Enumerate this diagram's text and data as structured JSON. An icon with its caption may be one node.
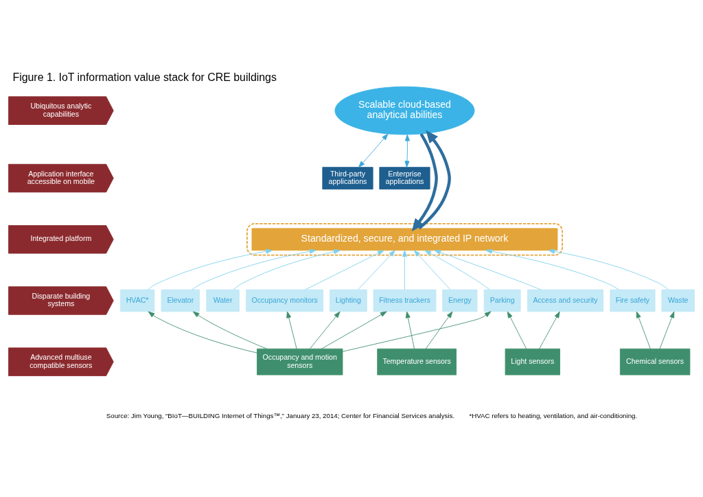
{
  "diagram": {
    "title": "Figure 1. IoT information value stack for CRE buildings",
    "nodes": [
      {
        "text": [
          "Ubiquitous analytic capabilities"
        ]
      },
      {
        "text": [
          "Application interface accessible on mobile"
        ]
      },
      {
        "text": [
          "Integrated platform"
        ]
      },
      {
        "text": [
          "Disparate building systems"
        ]
      },
      {
        "text": [
          "Advanced multiuse compatible sensors"
        ]
      },
      {
        "text": [
          "Scalable cloud-based analytical abilities"
        ]
      },
      {
        "text": [
          "Third-party applications"
        ]
      },
      {
        "text": [
          "Enterprise applications"
        ]
      },
      {
        "text": [],
        "shape": "box"
      },
      {
        "text": [
          "Standardized, secure, and integrated IP network"
        ],
        "in": 8
      },
      {
        "text": [
          "HVAC*"
        ]
      },
      {
        "text": [
          "Occupancy monitors"
        ]
      },
      {
        "text": [
          "Lighting"
        ]
      },
      {
        "text": [
          "Fitness trackers"
        ]
      },
      {
        "text": [
          "Water"
        ]
      },
      {
        "text": [
          "Elevator"
        ]
      },
      {
        "text": [
          "Parking"
        ]
      },
      {
        "text": [
          "Waste"
        ]
      },
      {
        "text": [
          "Energy"
        ]
      },
      {
        "text": [
          "Fire safety"
        ]
      },
      {
        "text": [
          "Access and security"
        ]
      },
      {
        "text": [
          "Occupancy and motion sensors"
        ]
      },
      {
        "text": [
          "Temperature sensors"
        ]
      },
      {
        "text": [
          "Light sensors"
        ]
      },
      {
        "text": [
          "Chemical sensors"
        ]
      }
    ],
    "edges": [
      {
        "from": 5,
        "to": 6,
        "arrow": "both",
        "color": "#3aa7d8"
      },
      {
        "from": 5,
        "to": 7,
        "arrow": "both",
        "color": "#3aa7d8"
      },
      {
        "from": 9,
        "to": 5,
        "arrow": "to",
        "style": "thick",
        "color": "#2e6d9e"
      },
      {
        "from": 5,
        "to": 9,
        "arrow": "to",
        "style": "thick",
        "color": "#2e6d9e"
      },
      {
        "from": 10,
        "to": 9,
        "arrow": "to",
        "color": "#7fd0ee"
      },
      {
        "from": 11,
        "to": 9,
        "arrow": "to",
        "color": "#7fd0ee"
      },
      {
        "from": 12,
        "to": 9,
        "arrow": "to",
        "color": "#7fd0ee"
      },
      {
        "from": 13,
        "to": 9,
        "arrow": "to",
        "color": "#7fd0ee"
      },
      {
        "from": 14,
        "to": 9,
        "arrow": "to",
        "color": "#7fd0ee"
      },
      {
        "from": 15,
        "to": 9,
        "arrow": "to",
        "color": "#7fd0ee"
      },
      {
        "from": 16,
        "to": 9,
        "arrow": "to",
        "color": "#7fd0ee"
      },
      {
        "from": 17,
        "to": 9,
        "arrow": "to",
        "color": "#7fd0ee"
      },
      {
        "from": 18,
        "to": 9,
        "arrow": "to",
        "color": "#7fd0ee"
      },
      {
        "from": 19,
        "to": 9,
        "arrow": "to",
        "color": "#7fd0ee"
      },
      {
        "from": 20,
        "to": 9,
        "arrow": "to",
        "color": "#7fd0ee"
      },
      {
        "from": 21,
        "to": 10,
        "arrow": "to",
        "color": "#3f8f6e"
      },
      {
        "from": 21,
        "to": 11,
        "arrow": "to",
        "color": "#3f8f6e"
      },
      {
        "from": 21,
        "to": 12,
        "arrow": "to",
        "color": "#3f8f6e"
      },
      {
        "from": 21,
        "to": 13,
        "arrow": "to",
        "color": "#3f8f6e"
      },
      {
        "from": 21,
        "to": 15,
        "arrow": "to",
        "color": "#3f8f6e"
      },
      {
        "from": 21,
        "to": 16,
        "arrow": "to",
        "color": "#3f8f6e"
      },
      {
        "from": 22,
        "to": 13,
        "arrow": "to",
        "color": "#3f8f6e"
      },
      {
        "from": 22,
        "to": 18,
        "arrow": "to",
        "color": "#3f8f6e"
      },
      {
        "from": 23,
        "to": 16,
        "arrow": "to",
        "color": "#3f8f6e"
      },
      {
        "from": 23,
        "to": 20,
        "arrow": "to",
        "color": "#3f8f6e"
      },
      {
        "from": 24,
        "to": 17,
        "arrow": "to",
        "color": "#3f8f6e"
      },
      {
        "from": 24,
        "to": 19,
        "arrow": "to",
        "color": "#3f8f6e"
      }
    ],
    "labels": [
      "Source: Jim Young, “BIoT—BUILDING Internet of Things™,” January 23, 2014; Center for Financial Services analysis.",
      "*HVAC refers to heating, ventilation, and air-conditioning."
    ]
  }
}
